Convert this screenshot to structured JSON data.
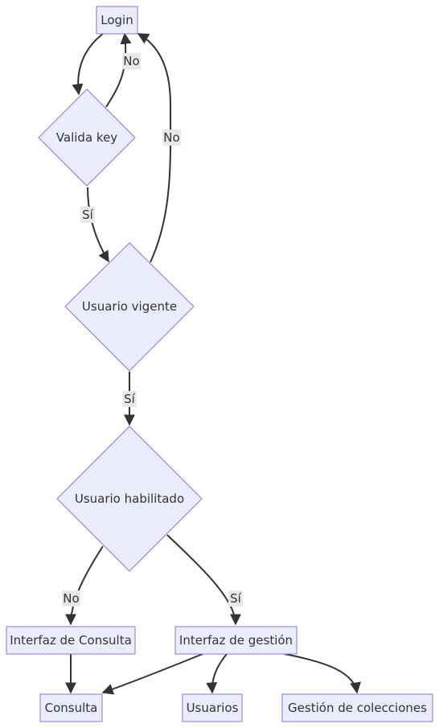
{
  "nodes": {
    "login": "Login",
    "valida_key": "Valida key",
    "usuario_vigente": "Usuario vigente",
    "usuario_habilitado": "Usuario habilitado",
    "interfaz_consulta": "Interfaz de Consulta",
    "interfaz_gestion": "Interfaz de gestión",
    "consulta": "Consulta",
    "usuarios": "Usuarios",
    "gestion_colecciones": "Gestión de colecciones"
  },
  "edge_labels": {
    "valida_no": "No",
    "valida_si": "Sí",
    "vigente_no": "No",
    "vigente_si": "Sí",
    "habilitado_no": "No",
    "habilitado_si": "Sí"
  }
}
